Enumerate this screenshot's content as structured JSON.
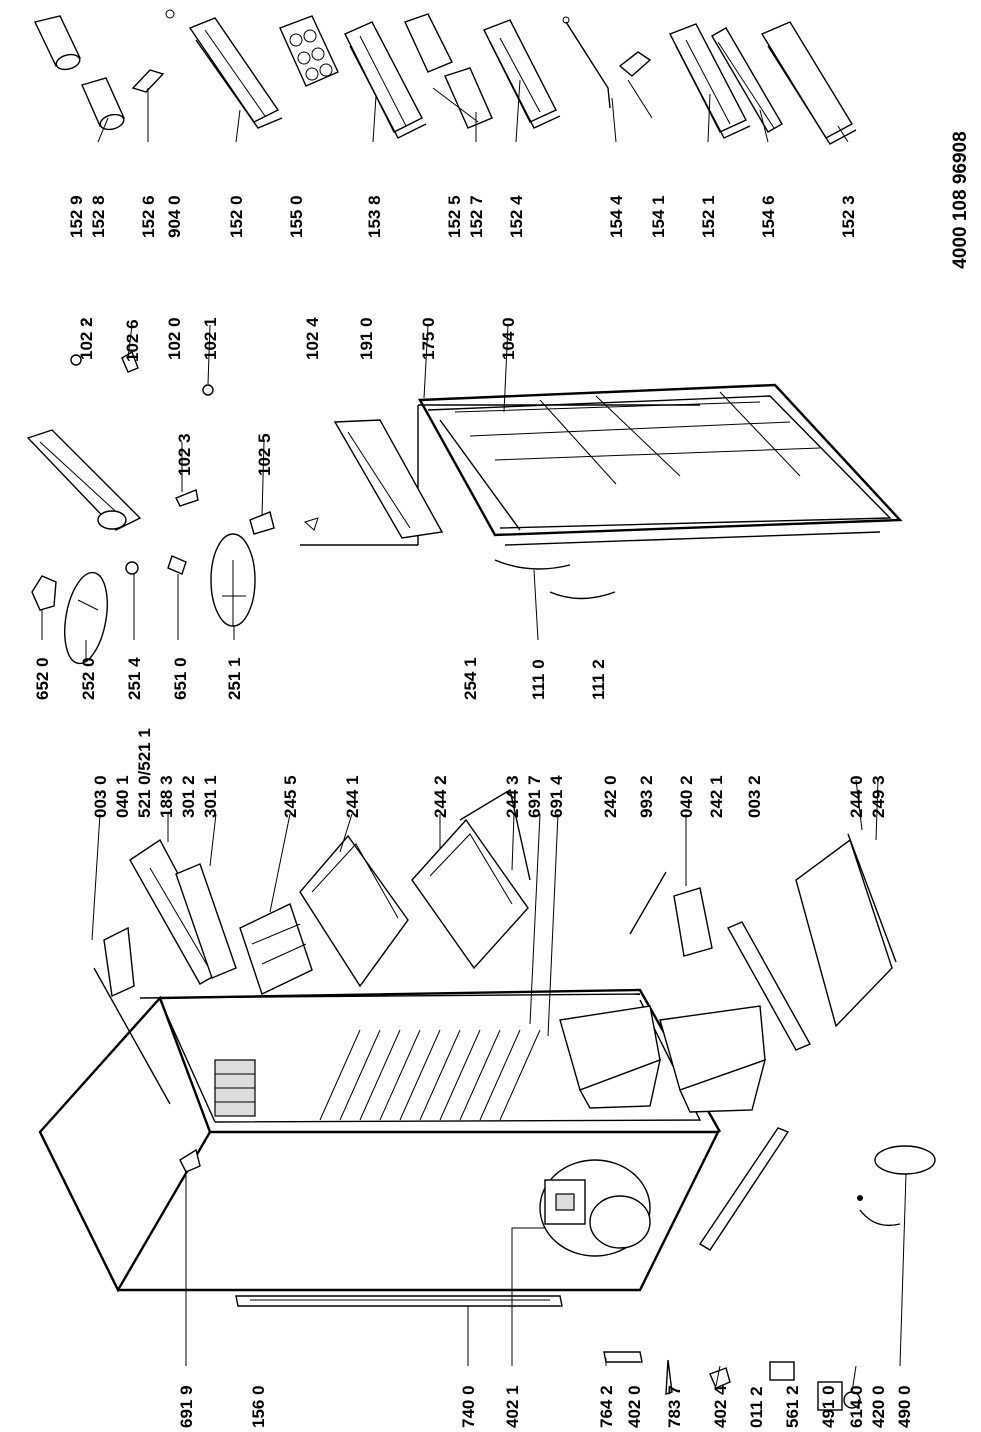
{
  "document_number": "4000 108 96908",
  "part_labels": [
    {
      "id": "152-9",
      "text": "152 9"
    },
    {
      "id": "152-8",
      "text": "152 8"
    },
    {
      "id": "152-6",
      "text": "152 6"
    },
    {
      "id": "904-0",
      "text": "904 0"
    },
    {
      "id": "152-0",
      "text": "152 0"
    },
    {
      "id": "155-0",
      "text": "155 0"
    },
    {
      "id": "153-8",
      "text": "153 8"
    },
    {
      "id": "152-5",
      "text": "152 5"
    },
    {
      "id": "152-7",
      "text": "152 7"
    },
    {
      "id": "152-4",
      "text": "152 4"
    },
    {
      "id": "154-4",
      "text": "154 4"
    },
    {
      "id": "154-1",
      "text": "154 1"
    },
    {
      "id": "152-1",
      "text": "152 1"
    },
    {
      "id": "154-6",
      "text": "154 6"
    },
    {
      "id": "152-3",
      "text": "152 3"
    },
    {
      "id": "102-2",
      "text": "102 2"
    },
    {
      "id": "102-6",
      "text": "102 6"
    },
    {
      "id": "102-0",
      "text": "102 0"
    },
    {
      "id": "102-1",
      "text": "102 1"
    },
    {
      "id": "102-4",
      "text": "102 4"
    },
    {
      "id": "191-0",
      "text": "191 0"
    },
    {
      "id": "175-0",
      "text": "175 0"
    },
    {
      "id": "104-0",
      "text": "104 0"
    },
    {
      "id": "102-3",
      "text": "102 3"
    },
    {
      "id": "102-5",
      "text": "102 5"
    },
    {
      "id": "652-0",
      "text": "652 0"
    },
    {
      "id": "252-0",
      "text": "252 0"
    },
    {
      "id": "251-4",
      "text": "251 4"
    },
    {
      "id": "651-0",
      "text": "651 0"
    },
    {
      "id": "251-1",
      "text": "251 1"
    },
    {
      "id": "254-1",
      "text": "254 1"
    },
    {
      "id": "111-0",
      "text": "111 0"
    },
    {
      "id": "111-2",
      "text": "111 2"
    },
    {
      "id": "003-0",
      "text": "003 0"
    },
    {
      "id": "040-1",
      "text": "040 1"
    },
    {
      "id": "521-0-521-1",
      "text": "521 0/521 1"
    },
    {
      "id": "188-3",
      "text": "188 3"
    },
    {
      "id": "301-2",
      "text": "301 2"
    },
    {
      "id": "301-1",
      "text": "301 1"
    },
    {
      "id": "245-5",
      "text": "245 5"
    },
    {
      "id": "244-1",
      "text": "244 1"
    },
    {
      "id": "244-2",
      "text": "244 2"
    },
    {
      "id": "244-3",
      "text": "244 3"
    },
    {
      "id": "691-7",
      "text": "691 7"
    },
    {
      "id": "691-4",
      "text": "691 4"
    },
    {
      "id": "242-0",
      "text": "242 0"
    },
    {
      "id": "993-2",
      "text": "993 2"
    },
    {
      "id": "040-2",
      "text": "040 2"
    },
    {
      "id": "242-1",
      "text": "242 1"
    },
    {
      "id": "003-2",
      "text": "003 2"
    },
    {
      "id": "244-0",
      "text": "244 0"
    },
    {
      "id": "249-3",
      "text": "249 3"
    },
    {
      "id": "691-9",
      "text": "691 9"
    },
    {
      "id": "156-0",
      "text": "156 0"
    },
    {
      "id": "740-0",
      "text": "740 0"
    },
    {
      "id": "402-1",
      "text": "402 1"
    },
    {
      "id": "764-2",
      "text": "764 2"
    },
    {
      "id": "402-0",
      "text": "402 0"
    },
    {
      "id": "783-7",
      "text": "783 7"
    },
    {
      "id": "402-4",
      "text": "402 4"
    },
    {
      "id": "011-2",
      "text": "011 2"
    },
    {
      "id": "561-2",
      "text": "561 2"
    },
    {
      "id": "491-0",
      "text": "491 0"
    },
    {
      "id": "614-0",
      "text": "614 0"
    },
    {
      "id": "420-0",
      "text": "420 0"
    },
    {
      "id": "490-0",
      "text": "490 0"
    }
  ]
}
